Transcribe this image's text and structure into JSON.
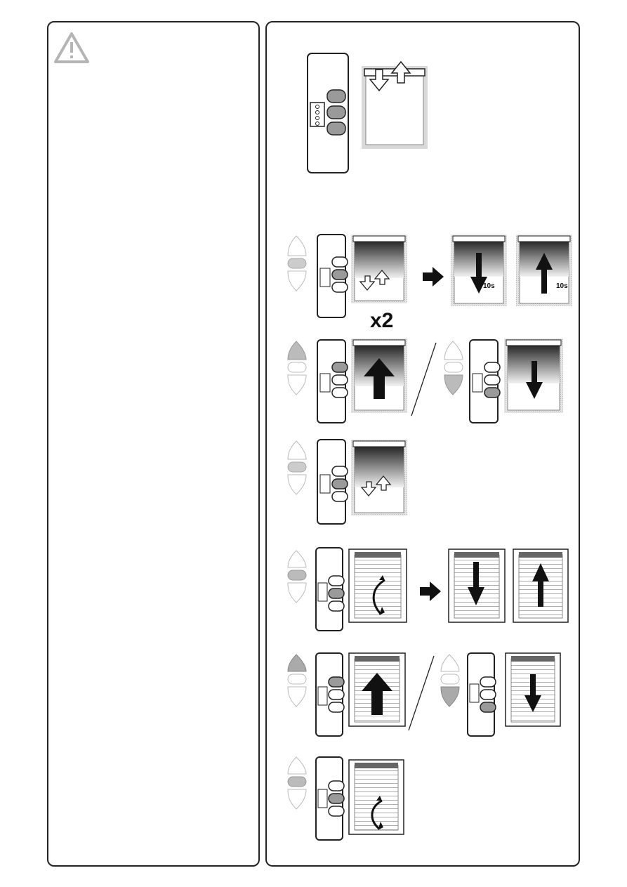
{
  "instructions": {
    "repeat_label": "x2",
    "timer_label_down": "10s",
    "timer_label_up": "10s"
  },
  "icons": {
    "warning": "warning-triangle-icon",
    "remote": "remote-control-icon",
    "blind": "roller-blind-icon",
    "venetian": "venetian-blind-icon",
    "next": "arrow-right-icon"
  },
  "colors": {
    "outline": "#222222",
    "button_active": "#9a9a9a",
    "warning_gray": "#b5b5b5"
  }
}
